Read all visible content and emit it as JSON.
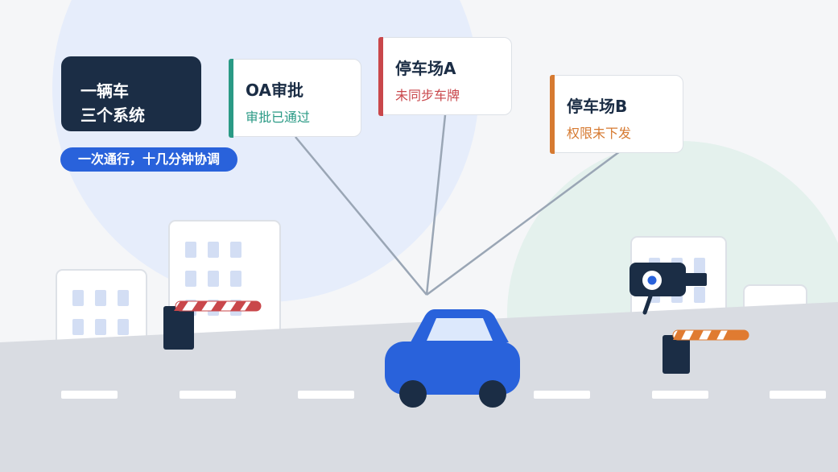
{
  "headline": {
    "line1": "一辆车",
    "line2": "三个系统"
  },
  "tagline": "一次通行，十几分钟协调",
  "systems": [
    {
      "name": "OA审批",
      "status": "审批已通过",
      "color": "#2a9a85"
    },
    {
      "name": "停车场A",
      "status": "未同步车牌",
      "color": "#c9474b"
    },
    {
      "name": "停车场B",
      "status": "权限未下发",
      "color": "#d67a31"
    }
  ],
  "colors": {
    "navy": "#1b2d45",
    "brand_blue": "#2962db",
    "barrier_red": "#c9474b",
    "barrier_orange": "#e07b31",
    "road": "#d9dce2",
    "background": "#f5f6f8"
  },
  "icons": [
    "car-icon",
    "gate-barrier-icon",
    "security-camera-icon",
    "building-icon"
  ]
}
